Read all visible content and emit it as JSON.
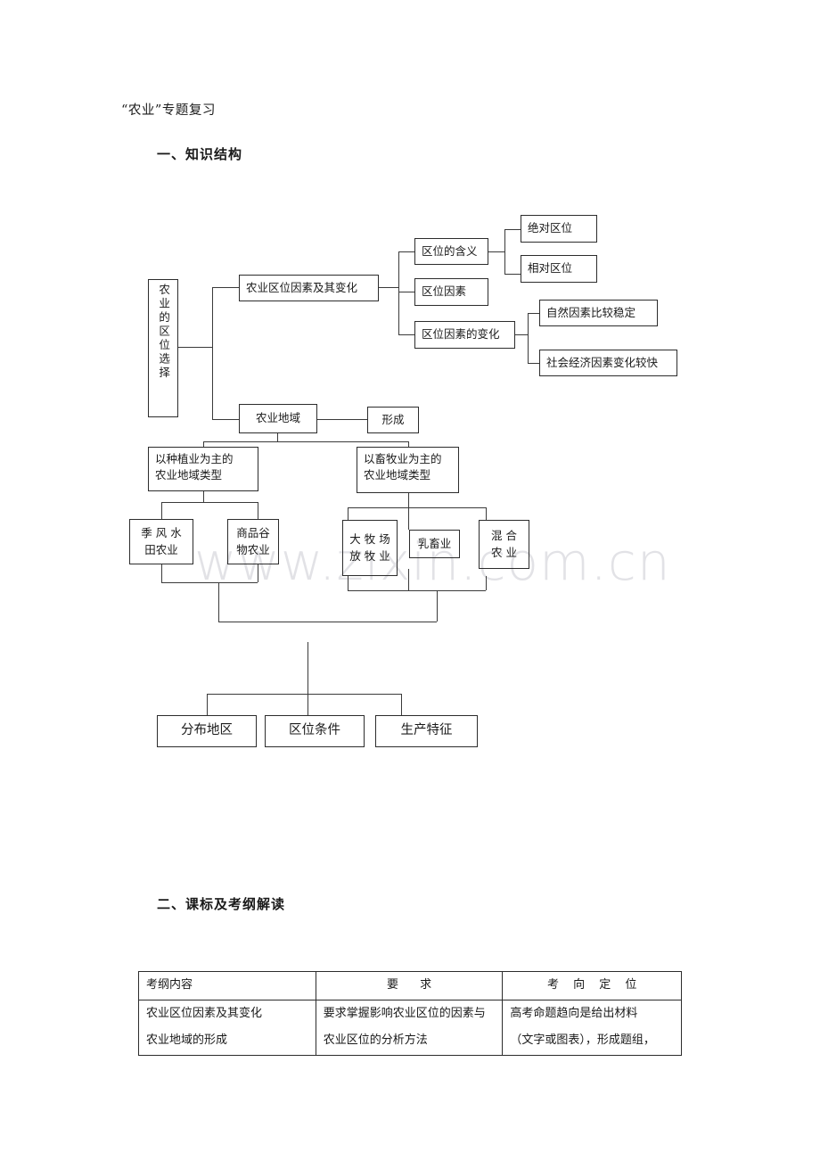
{
  "document": {
    "title": "“农业”专题复习",
    "headings": {
      "section1": "一、知识结构",
      "section2": "二、课标及考纲解读"
    },
    "watermark": "www.zixin.com.cn"
  },
  "diagram": {
    "nodes": {
      "root": "农业的区位选择",
      "branch_factors": "农业区位因素及其变化",
      "meaning": "区位的含义",
      "absolute": "绝对区位",
      "relative": "相对区位",
      "factors": "区位因素",
      "factor_change": "区位因素的变化",
      "natural_stable": "自然因素比较稳定",
      "socioecon_fast": "社会经济因素变化较快",
      "agri_region": "农业地域",
      "formation": "形成",
      "planting_type_l1": "以种植业为主的",
      "planting_type_l2": "农业地域类型",
      "husbandry_type_l1": "以畜牧业为主的",
      "husbandry_type_l2": "农业地域类型",
      "monsoon_l1": "季 风 水",
      "monsoon_l2": "田农业",
      "commercial_l1": "商品谷",
      "commercial_l2": "物农业",
      "ranch_l1": "大 牧 场",
      "ranch_l2": "放 牧 业",
      "dairy": "乳畜业",
      "mixed_l1": "混  合",
      "mixed_l2": "农  业",
      "distribution": "分布地区",
      "conditions": "区位条件",
      "production": "生产特征"
    }
  },
  "table": {
    "headers": {
      "col1": "考纲内容",
      "col2": "要        求",
      "col3": "考 向 定 位"
    },
    "rows": [
      {
        "content": "农业区位因素及其变化",
        "requirement": "要求掌握影响农业区位的因素与",
        "orientation": "高考命题趋向是给出材料"
      },
      {
        "content": "农业地域的形成",
        "requirement": "农业区位的分析方法",
        "orientation": "（文字或图表），形成题组，"
      }
    ]
  }
}
